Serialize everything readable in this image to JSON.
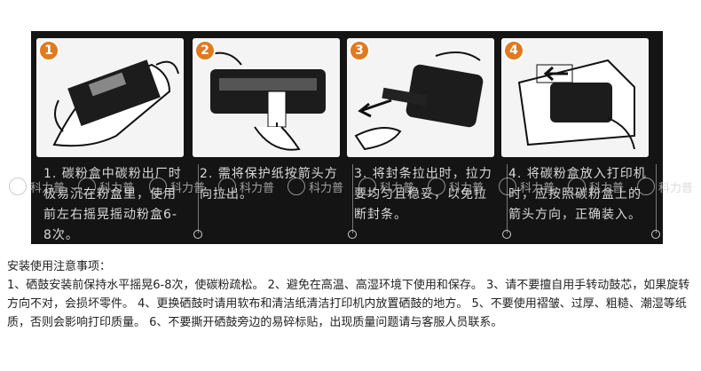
{
  "steps": [
    {
      "number": "1",
      "text": "1. 碳粉盒中碳粉出厂时极易沉在粉盒里，使用前左右摇晃摇动粉盒6-8次。"
    },
    {
      "number": "2",
      "text": "2. 需将保护纸按箭头方向拉出。"
    },
    {
      "number": "3",
      "text": "3. 将封条拉出时，拉力要均匀且稳妥，以免拉断封条。"
    },
    {
      "number": "4",
      "text": "4. 将碳粉盒放入打印机时，应按照碳粉盒上的箭头方向，正确装入。"
    }
  ],
  "watermark": {
    "text": "科力普"
  },
  "notes": {
    "title": "安装使用注意事项：",
    "body": "1、硒鼓安装前保持水平摇晃6-8次，使碳粉疏松。 2、避免在高温、高湿环境下使用和保存。 3、请不要擅自用手转动鼓芯，如果旋转方向不对，会损坏零件。 4、更换硒鼓时请用软布和清洁纸清洁打印机内放置硒鼓的地方。 5、不要使用褶皱、过厚、粗糙、潮湿等纸质，否则会影响打印质量。 6、不要撕开硒鼓旁边的易碎标贴，出现质量问题请与客服人员联系。"
  },
  "colors": {
    "panel": "#141414",
    "badge": "#e07a1f",
    "caption": "#d9d9d9"
  },
  "icons": [
    "watermark-logo-icon"
  ]
}
